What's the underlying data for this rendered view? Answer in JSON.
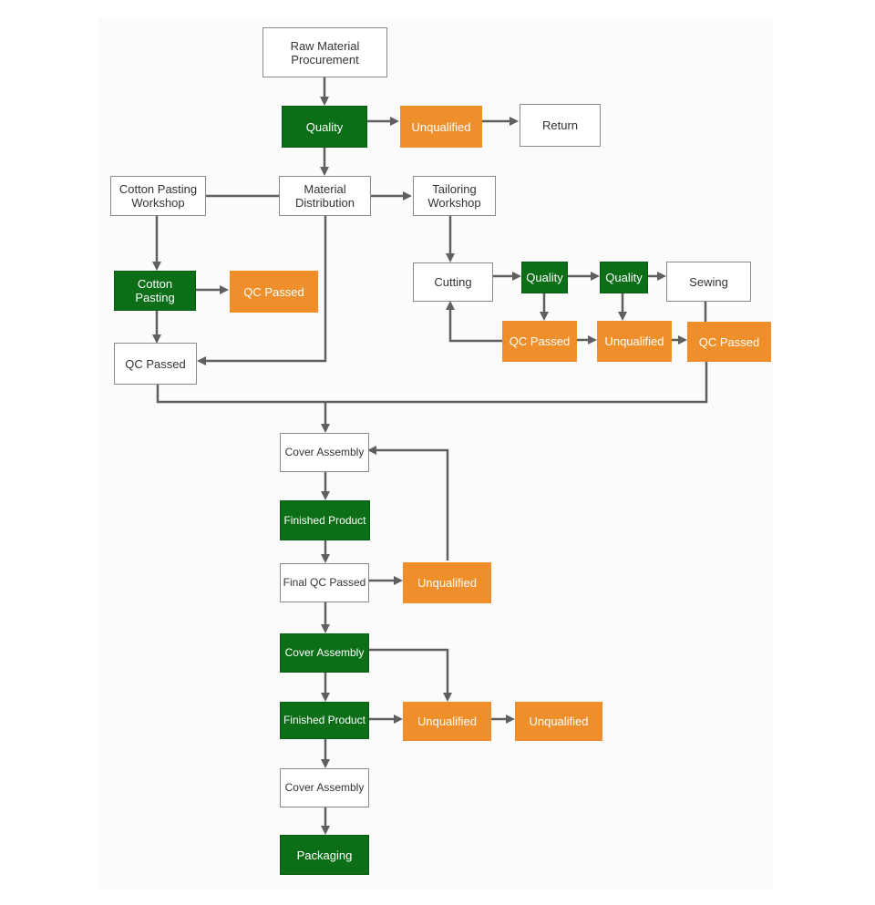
{
  "nodes": {
    "raw_material": "Raw Material\nProcurement",
    "quality_1": "Quality",
    "unqualified_1": "Unqualified",
    "return": "Return",
    "material_distribution": "Material\nDistribution",
    "cotton_workshop": "Cotton Pasting\nWorkshop",
    "tailoring_workshop": "Tailoring\nWorkshop",
    "cotton_pasting": "Cotton\nPasting",
    "qc_passed_1": "QC Passed",
    "qc_passed_2": "QC Passed",
    "cutting": "Cutting",
    "quality_2": "Quality",
    "quality_3": "Quality",
    "sewing": "Sewing",
    "qc_passed_3": "QC Passed",
    "unqualified_2": "Unqualified",
    "qc_passed_4": "QC Passed",
    "cover_assembly_1": "Cover Assembly",
    "finished_product_1": "Finished Product",
    "final_qc_passed": "Final QC Passed",
    "unqualified_3": "Unqualified",
    "cover_assembly_2": "Cover Assembly",
    "finished_product_2": "Finished Product",
    "unqualified_4": "Unqualified",
    "unqualified_5": "Unqualified",
    "cover_assembly_3": "Cover Assembly",
    "packaging": "Packaging"
  },
  "colors": {
    "pass_green": "#0c6e17",
    "fail_orange": "#ef8f2b",
    "connector_gray": "#5f5f5f",
    "box_border": "#8a8a8a"
  }
}
